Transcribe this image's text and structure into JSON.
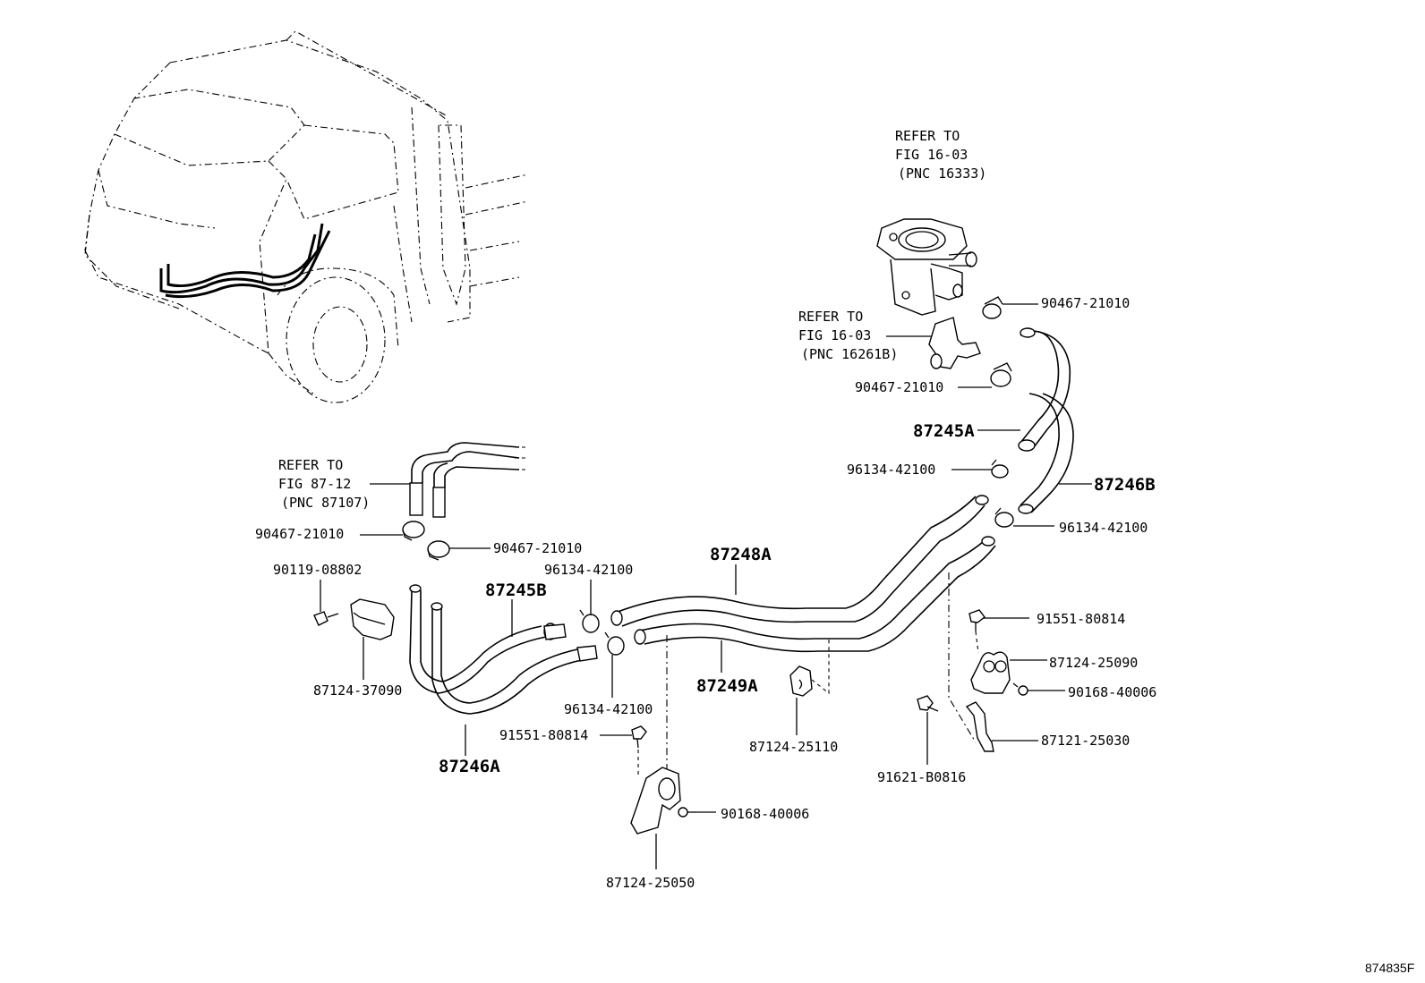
{
  "refs": {
    "fig_16_03_a": {
      "line1": "REFER TO",
      "line2": "FIG 16-03",
      "line3": "(PNC 16333)"
    },
    "fig_16_03_b": {
      "line1": "REFER TO",
      "line2": "FIG 16-03",
      "line3": "(PNC 16261B)"
    },
    "fig_87_12": {
      "line1": "REFER TO",
      "line2": "FIG 87-12",
      "line3": "(PNC 87107)"
    }
  },
  "parts": {
    "p90467_a": "90467-21010",
    "p90467_b": "90467-21010",
    "p90467_c": "90467-21010",
    "p90467_d": "90467-21010",
    "p87245A": "87245A",
    "p96134_a": "96134-42100",
    "p87246B": "87246B",
    "p96134_b": "96134-42100",
    "p87248A": "87248A",
    "p90119": "90119-08802",
    "p87245B": "87245B",
    "p96134_c": "96134-42100",
    "p87249A": "87249A",
    "p87124_37090": "87124-37090",
    "p96134_d": "96134-42100",
    "p87246A": "87246A",
    "p91551_a": "91551-80814",
    "p87124_25110": "87124-25110",
    "p91551_b": "91551-80814",
    "p87124_25090": "87124-25090",
    "p90168_a": "90168-40006",
    "p87121_25030": "87121-25030",
    "p91621": "91621-B0816",
    "p90168_b": "90168-40006",
    "p87124_25050": "87124-25050"
  },
  "figure_id": "874835F"
}
